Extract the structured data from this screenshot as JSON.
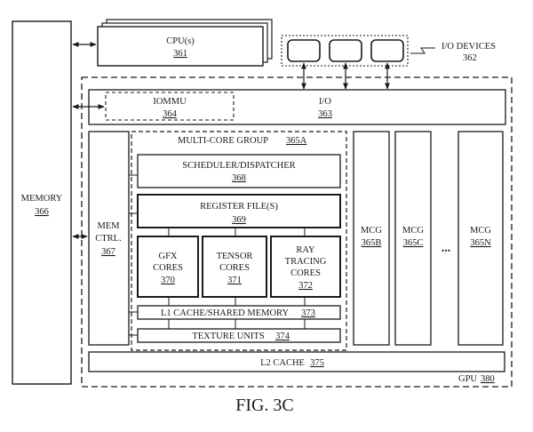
{
  "figure": {
    "caption": "FIG. 3C"
  },
  "memory": {
    "label": "MEMORY",
    "ref": "366"
  },
  "cpu": {
    "label": "CPU(s)",
    "ref": "361"
  },
  "io_devices": {
    "label": "I/O DEVICES",
    "ref": "362",
    "device_count": 3
  },
  "gpu": {
    "label": "GPU",
    "ref": "380"
  },
  "iommu": {
    "label": "IOMMU",
    "ref": "364"
  },
  "io": {
    "label": "I/O",
    "ref": "363"
  },
  "mem_ctrl": {
    "line1": "MEM",
    "line2": "CTRL.",
    "ref": "367"
  },
  "multicore_group": {
    "label": "MULTI-CORE GROUP",
    "ref": "365A"
  },
  "scheduler": {
    "label": "SCHEDULER/DISPATCHER",
    "ref": "368"
  },
  "register_file": {
    "label": "REGISTER FILE(S)",
    "ref": "369"
  },
  "gfx_cores": {
    "line1": "GFX",
    "line2": "CORES",
    "ref": "370"
  },
  "tensor_cores": {
    "line1": "TENSOR",
    "line2": "CORES",
    "ref": "371"
  },
  "ray_tracing_cores": {
    "line1": "RAY",
    "line2": "TRACING",
    "line3": "CORES",
    "ref": "372"
  },
  "l1_cache": {
    "label": "L1 CACHE/SHARED MEMORY",
    "ref": "373"
  },
  "texture_units": {
    "label": "TEXTURE UNITS",
    "ref": "374"
  },
  "l2_cache": {
    "label": "L2 CACHE",
    "ref": "375"
  },
  "mcg_b": {
    "label": "MCG",
    "ref": "365B"
  },
  "mcg_c": {
    "label": "MCG",
    "ref": "365C"
  },
  "mcg_n": {
    "label": "MCG",
    "ref": "365N"
  },
  "ellipsis": "..."
}
